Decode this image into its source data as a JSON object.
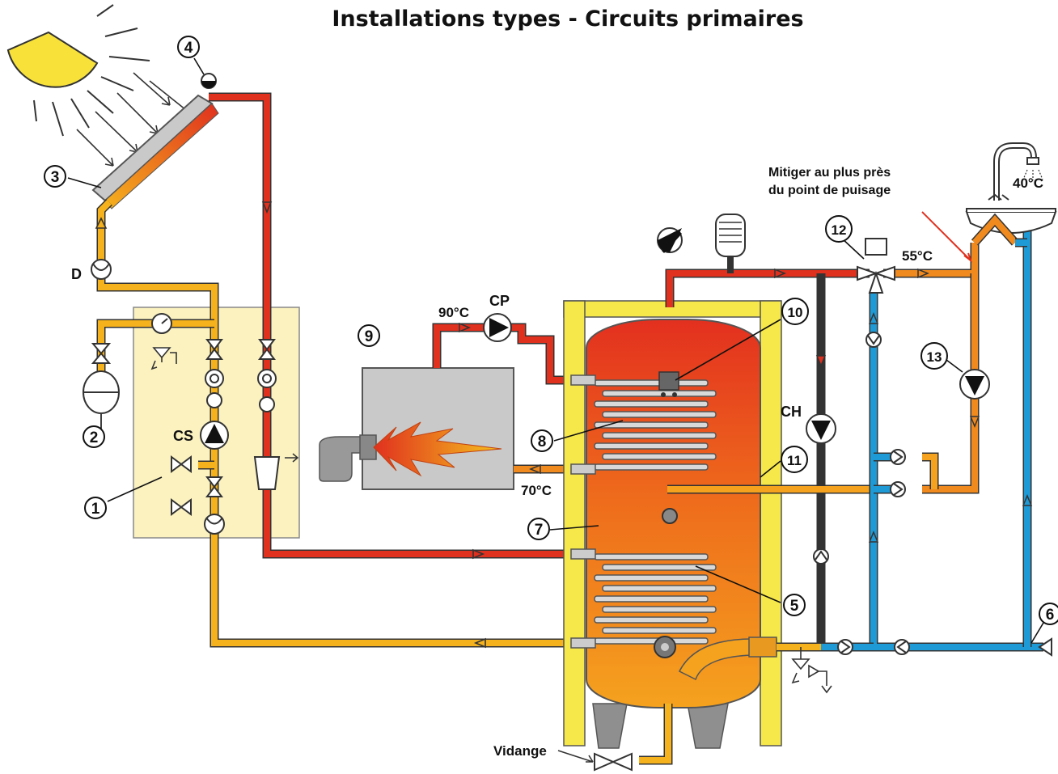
{
  "title": "Installations  types - Circuits primaires",
  "labels": {
    "d": "D",
    "cs": "CS",
    "cp": "CP",
    "ch": "CH",
    "t90": "90°C",
    "t70": "70°C",
    "t55": "55°C",
    "t40": "40°C",
    "mitiger_1": "Mitiger au plus près",
    "mitiger_2": "du point de puisage",
    "vidange": "Vidange"
  },
  "callouts": [
    "1",
    "2",
    "3",
    "4",
    "5",
    "6",
    "7",
    "8",
    "9",
    "10",
    "11",
    "12",
    "13"
  ],
  "colors": {
    "hot": "#e0301e",
    "warm": "#f08a1e",
    "solar": "#f5b21d",
    "cold": "#1e9ad6",
    "frame": "#f6e84a",
    "panel": "#fbf2c0"
  }
}
